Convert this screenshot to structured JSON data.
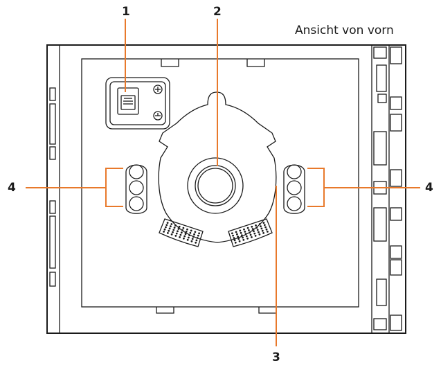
{
  "view_caption": "Ansicht von vorn",
  "callouts": [
    {
      "number": "1",
      "part": "mini-usb-port"
    },
    {
      "number": "2",
      "part": "camera-lens"
    },
    {
      "number": "3",
      "part": "microphone"
    },
    {
      "number": "4",
      "part": "status-leds"
    },
    {
      "number": "4",
      "part": "status-leds"
    }
  ],
  "colors": {
    "outline": "#1a1a1a",
    "callout": "#e8792b",
    "background": "#ffffff"
  }
}
